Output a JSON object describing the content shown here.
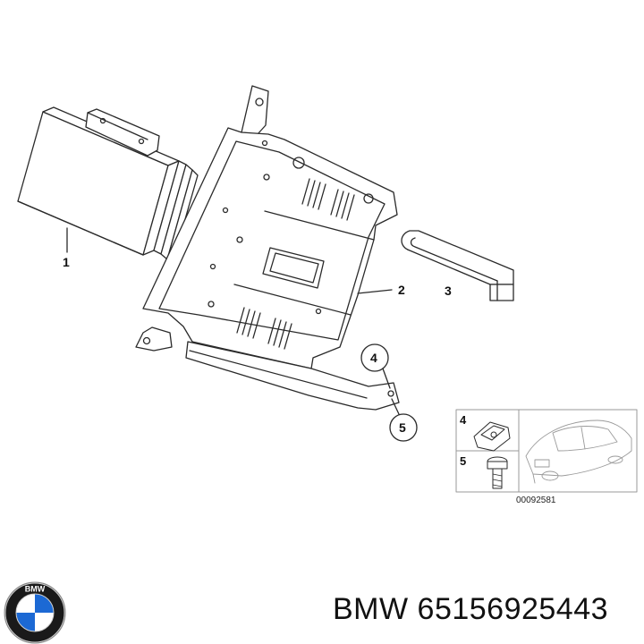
{
  "callouts": {
    "c1": "1",
    "c2": "2",
    "c3": "3",
    "c4": "4",
    "c5": "5"
  },
  "inset": {
    "row4": "4",
    "row5": "5",
    "ref_number": "00092581"
  },
  "brand": {
    "logo_letters": "BMW",
    "part_number_text": "BMW 65156925443"
  },
  "colors": {
    "line": "#2a2a2a",
    "logo_blue": "#1c69d4",
    "logo_ring": "#1a1a1a"
  }
}
